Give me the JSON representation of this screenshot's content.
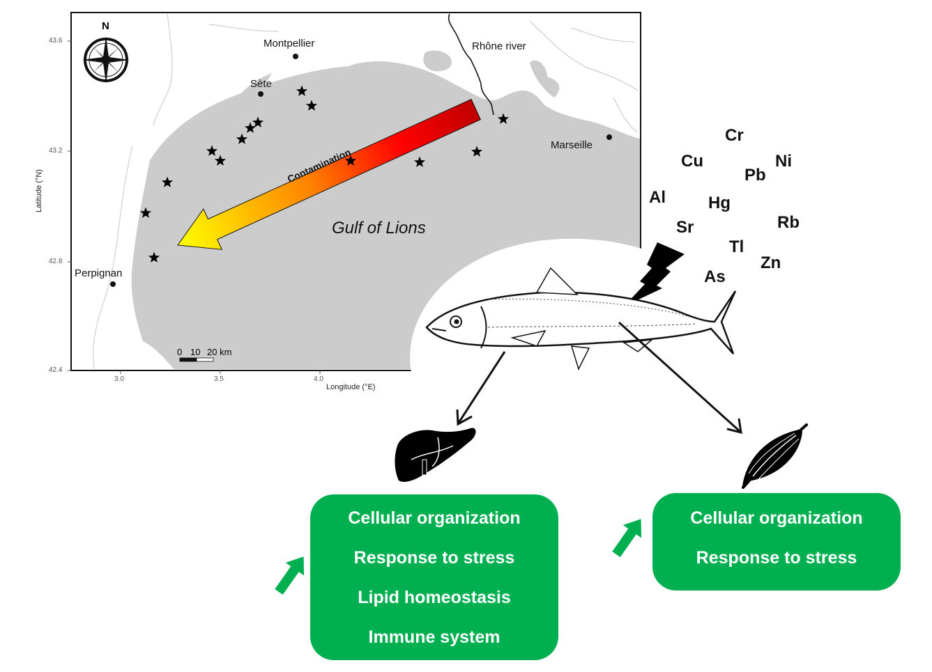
{
  "map": {
    "compass_label": "N",
    "y_axis": {
      "title": "Latitude (°N)",
      "ticks": [
        "43.6",
        "43.2",
        "42.8",
        "42.4"
      ]
    },
    "x_axis": {
      "title": "Longitude (°E)",
      "ticks": [
        "3.0",
        "3.5",
        "4.0"
      ]
    },
    "places": {
      "montpellier": "Montpellier",
      "sete": "Sète",
      "perpignan": "Perpignan",
      "marseille": "Marseille",
      "rhone": "Rhône river",
      "gulf": "Gulf of Lions"
    },
    "scale_bar": {
      "labels": [
        "0",
        "10",
        "20 km"
      ]
    },
    "contamination_label": "Contamination",
    "arrow_colors": {
      "start": "#ffff00",
      "mid": "#ff6600",
      "end": "#c00000"
    },
    "sampling_station_count": 15
  },
  "metals": [
    "Cr",
    "Cu",
    "Ni",
    "Pb",
    "Al",
    "Hg",
    "Sr",
    "Rb",
    "Tl",
    "Zn",
    "As"
  ],
  "organs": {
    "liver": {
      "label": "liver-icon"
    },
    "muscle": {
      "label": "muscle-icon"
    }
  },
  "liver_effects": {
    "trend": "up",
    "items": [
      "Cellular organization",
      "Response to stress",
      "Lipid homeostasis",
      "Immune system"
    ]
  },
  "muscle_effects": {
    "trend": "up",
    "items": [
      "Cellular organization",
      "Response to stress"
    ]
  },
  "colors": {
    "box_green": "#00b050",
    "sea_gray": "#cccccc"
  }
}
